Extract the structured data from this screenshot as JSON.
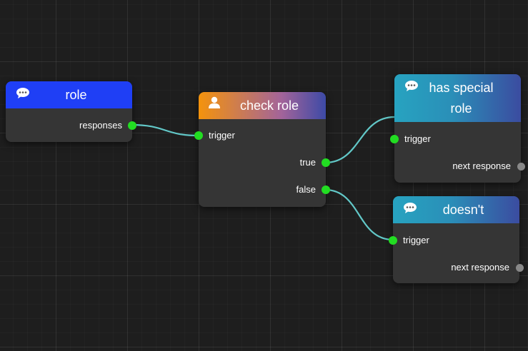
{
  "canvas": {
    "background": "#1e1e1e",
    "grid": true,
    "wire_color": "#62c8c8",
    "port_active_color": "#22dd22",
    "port_idle_color": "#888888"
  },
  "nodes": {
    "role": {
      "title": "role",
      "icon": "speech-bubble-icon",
      "header_color": "#1f3ff5",
      "outputs": [
        "responses"
      ]
    },
    "check_role": {
      "title": "check role",
      "icon": "user-icon",
      "header_colors": [
        "#f4930c",
        "#3d4aa6"
      ],
      "inputs": [
        "trigger"
      ],
      "outputs": [
        "true",
        "false"
      ]
    },
    "has_special_role": {
      "title": "has special role",
      "icon": "speech-bubble-icon",
      "header_colors": [
        "#27a3c0",
        "#3b4ca0"
      ],
      "inputs": [
        "trigger"
      ],
      "outputs": [
        "next response"
      ]
    },
    "doesnt": {
      "title": "doesn't",
      "icon": "speech-bubble-icon",
      "header_colors": [
        "#27a3c0",
        "#3b4ca0"
      ],
      "inputs": [
        "trigger"
      ],
      "outputs": [
        "next response"
      ]
    }
  },
  "connections": [
    {
      "from": "role.responses",
      "to": "check_role.trigger"
    },
    {
      "from": "check_role.true",
      "to": "has_special_role.trigger"
    },
    {
      "from": "check_role.false",
      "to": "doesnt.trigger"
    }
  ]
}
